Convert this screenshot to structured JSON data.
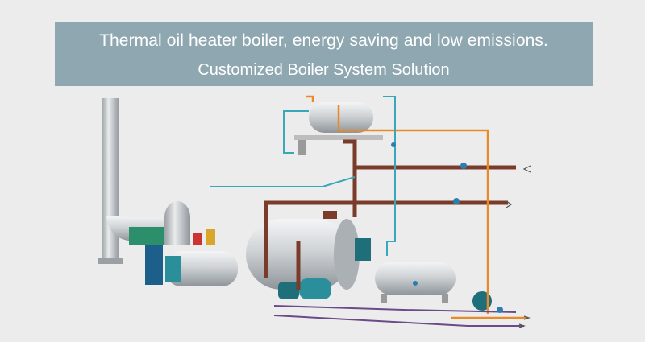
{
  "banner": {
    "line1": "Thermal oil heater boiler, energy saving and low emissions.",
    "line2": "Customized Boiler System Solution",
    "background": "#8fa7b1",
    "text_color": "#ffffff"
  },
  "illustration": {
    "colors": {
      "pipe_brown": "#7a3b2a",
      "pipe_orange": "#e8892a",
      "pipe_cyan": "#3aa7b8",
      "pipe_purple": "#6b4a8a",
      "tank_silver": "#cfd3d6",
      "pump_teal": "#1f6f7a",
      "structure_blue": "#1c5f8a"
    },
    "components": [
      "chimney",
      "heat-exchanger",
      "boiler-main",
      "expansion-tank",
      "storage-tank",
      "circulation-pump"
    ]
  }
}
